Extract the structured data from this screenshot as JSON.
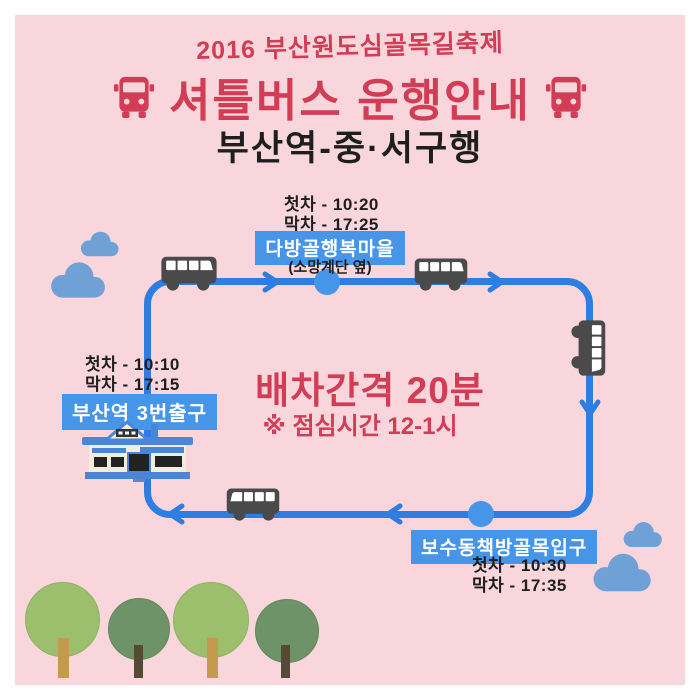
{
  "colors": {
    "panel_bg": "#F8D6DC",
    "accent_red": "#D23C55",
    "route_blue": "#2E7DE2",
    "label_blue": "#4795E8",
    "cloud_blue": "#6FA0D6",
    "bus_gray": "#4A4A4A",
    "tree_light_green": "#9CBF6E",
    "tree_dark_green": "#6E9368",
    "trunk_tan": "#C49A4E",
    "trunk_brown": "#564A36"
  },
  "header": {
    "festival": "2016 부산원도심골목길축제",
    "title": "셔틀버스 운행안내",
    "subtitle": "부산역-중·서구행"
  },
  "notice": {
    "interval": "배차간격 20분",
    "lunch": "※ 점심시간 12-1시"
  },
  "stops": {
    "top": {
      "name": "다방골행복마을",
      "note": "(소망계단 옆)",
      "first": "첫차 - 10:20",
      "last": "막차 - 17:25"
    },
    "left": {
      "name": "부산역 3번출구",
      "first": "첫차 - 10:10",
      "last": "막차 - 17:15"
    },
    "bottom": {
      "name": "보수동책방골목입구",
      "first": "첫차 - 10:30",
      "last": "막차 - 17:35"
    }
  }
}
